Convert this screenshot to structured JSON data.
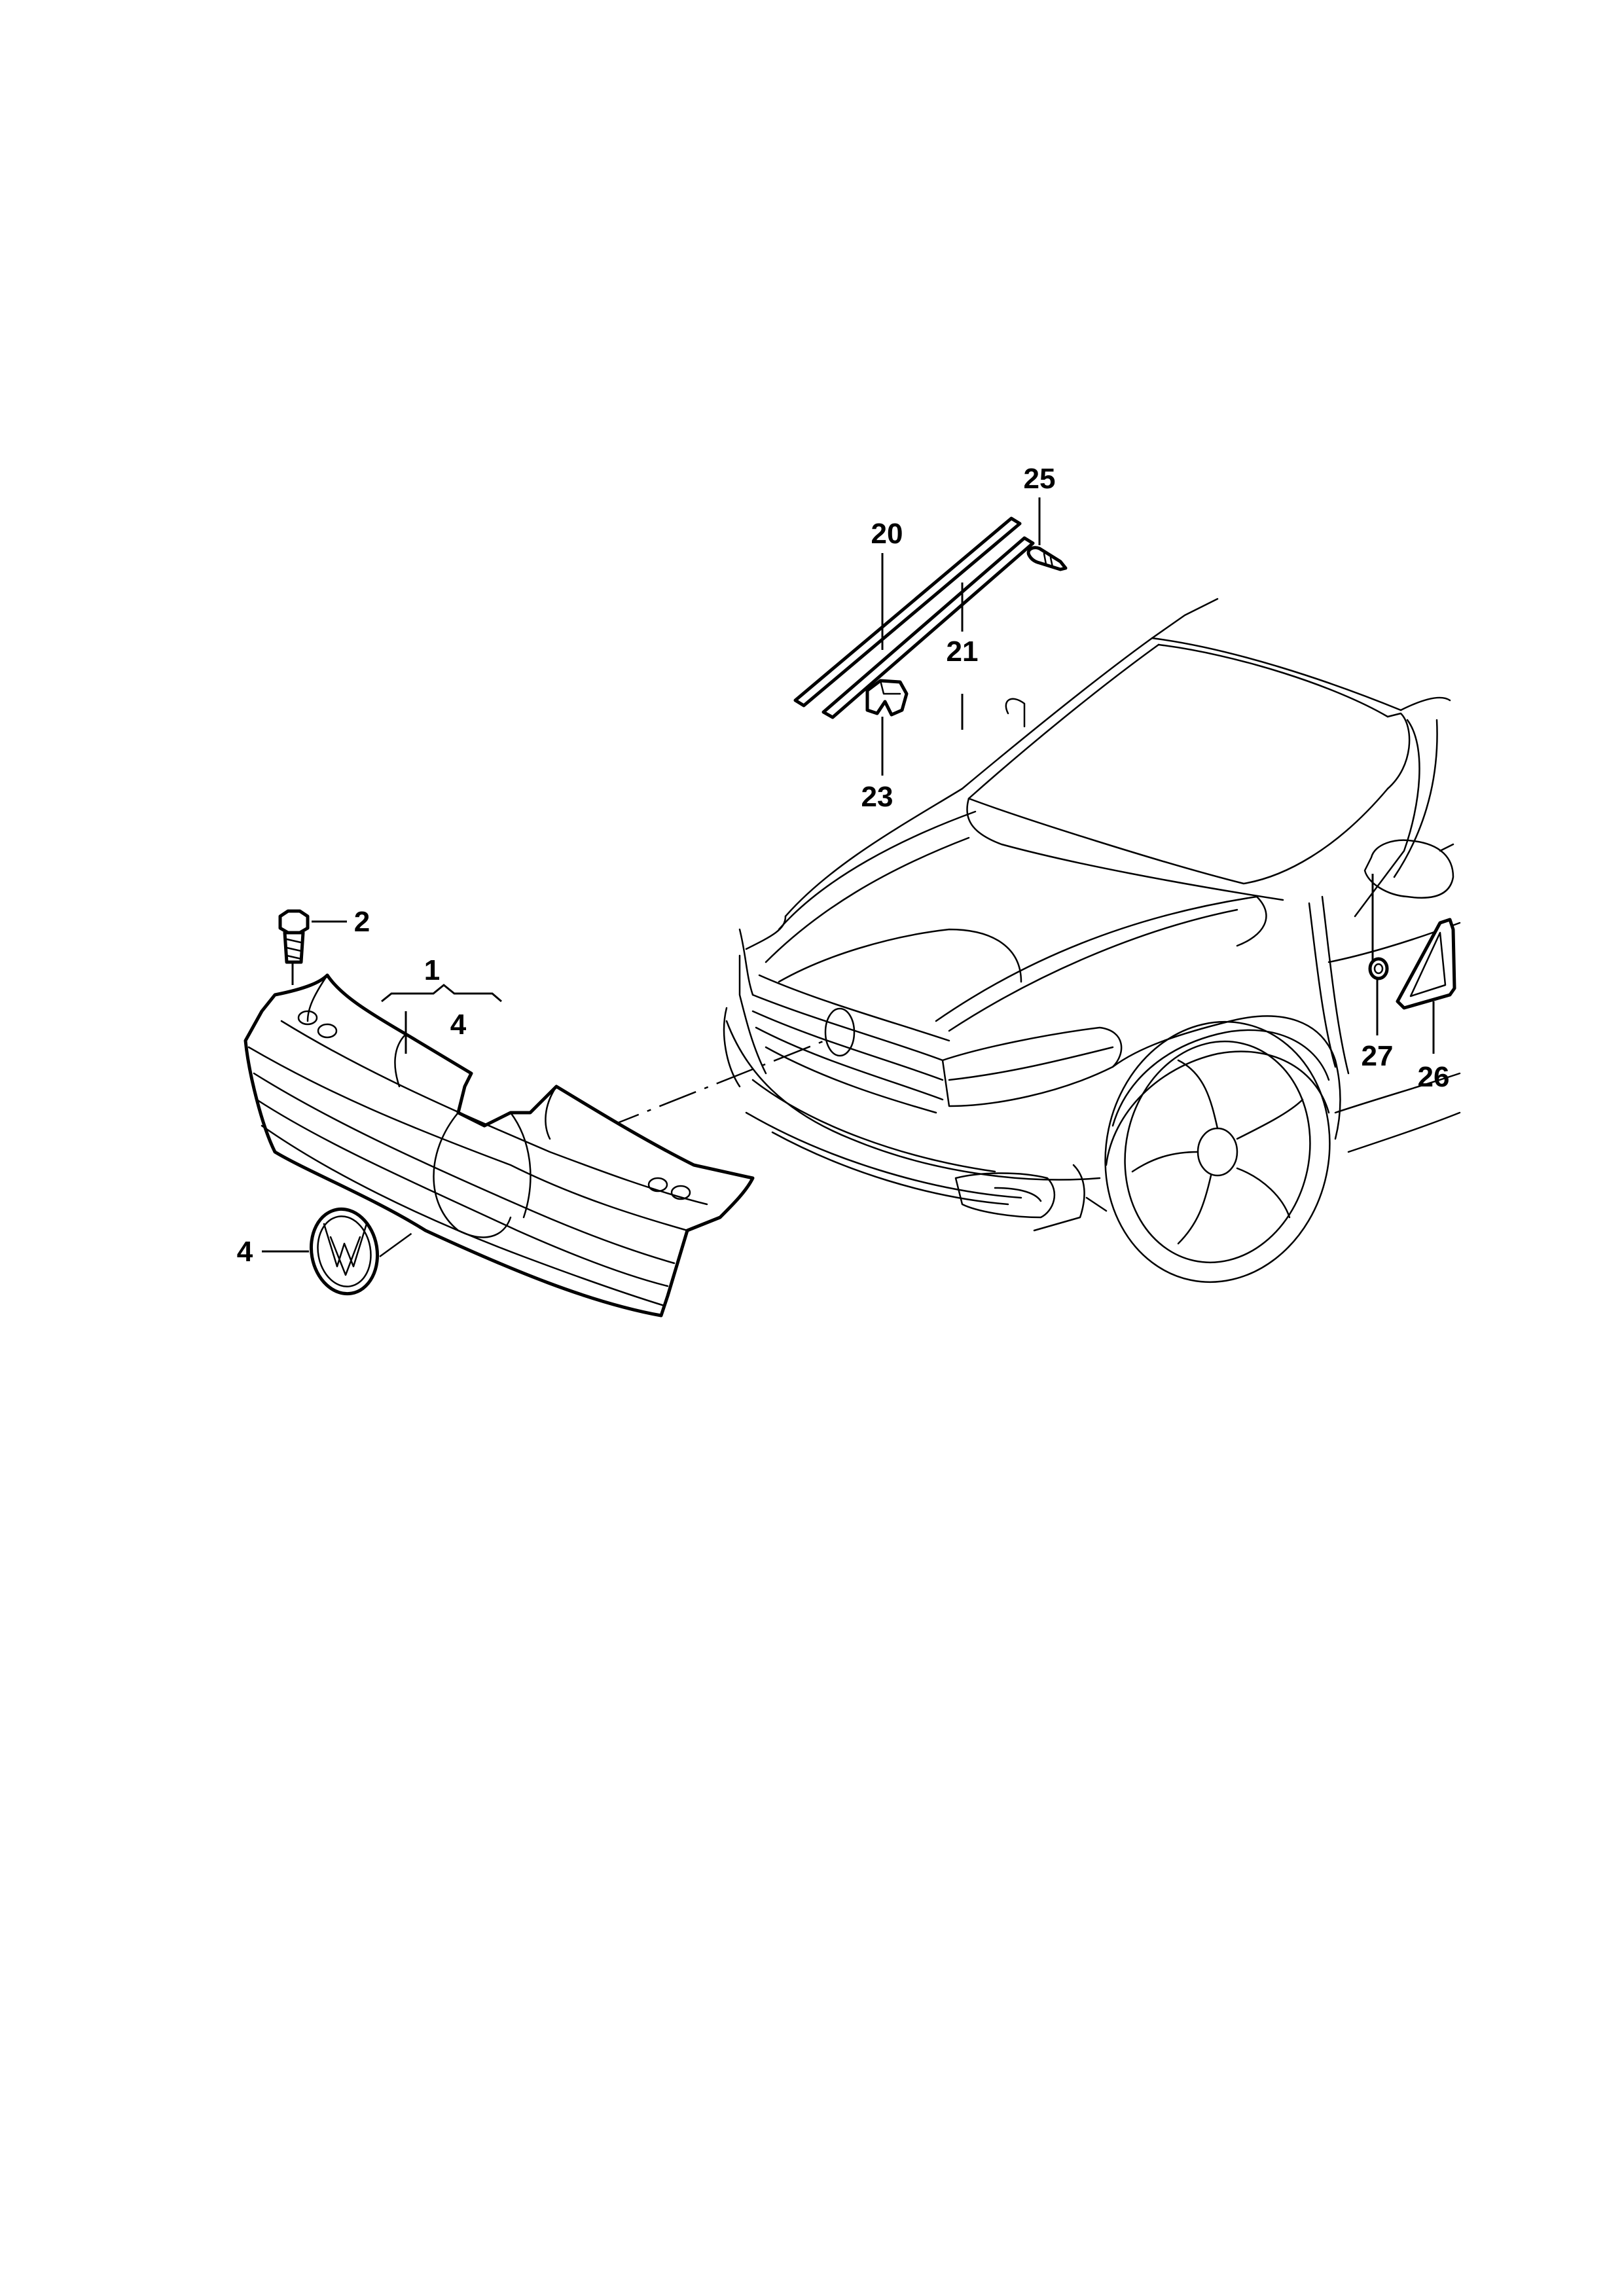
{
  "callouts": {
    "c1": "1",
    "c2": "2",
    "c4_group": "4",
    "c4": "4",
    "c20": "20",
    "c21": "21",
    "c23": "23",
    "c25": "25",
    "c26": "26",
    "c27": "27"
  },
  "colors": {
    "line": "#000000",
    "background": "#ffffff"
  }
}
